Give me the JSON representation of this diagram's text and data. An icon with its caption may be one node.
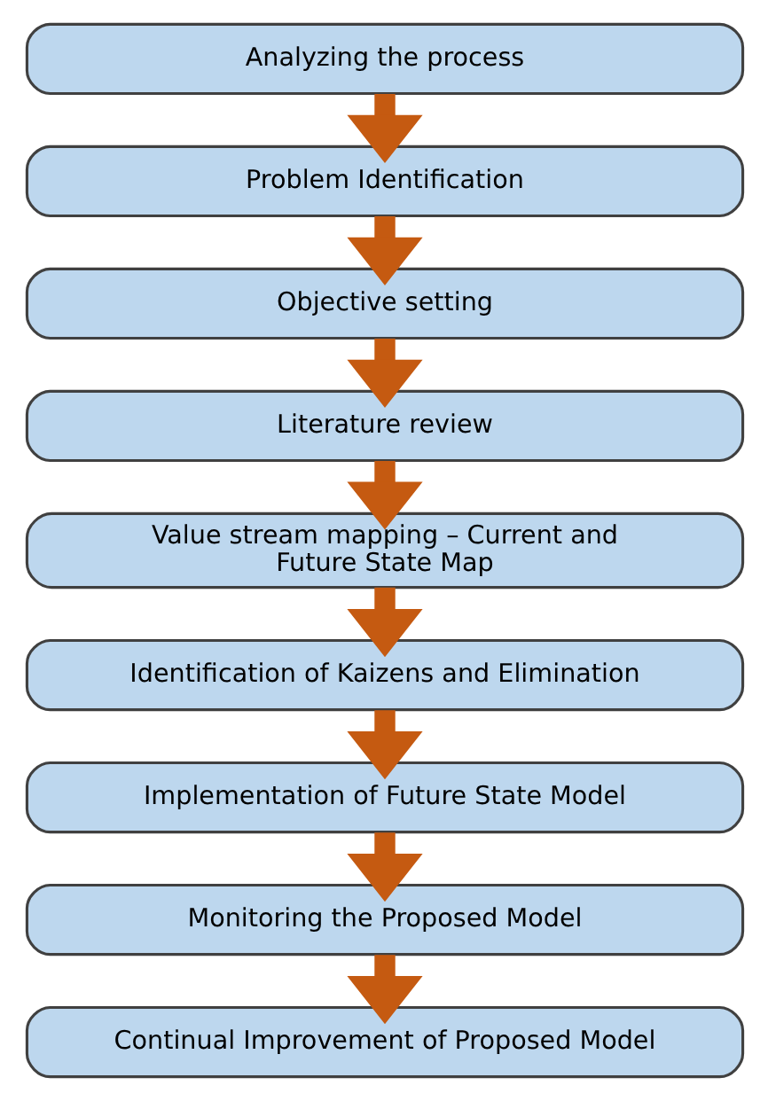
{
  "diagram": {
    "nodes": [
      {
        "text": [
          "Analyzing the process"
        ]
      },
      {
        "text": [
          "Problem Identification"
        ]
      },
      {
        "text": [
          "Objective setting"
        ]
      },
      {
        "text": [
          "Literature review"
        ]
      },
      {
        "text": [
          "Value stream mapping – Current and Future State Map"
        ]
      },
      {
        "text": [
          "Identification of Kaizens and Elimination"
        ]
      },
      {
        "text": [
          "Implementation of Future State Model"
        ]
      },
      {
        "text": [
          "Monitoring the Proposed Model"
        ]
      },
      {
        "text": [
          "Continual Improvement of Proposed Model"
        ]
      }
    ],
    "edges": [
      {
        "from": 0,
        "to": 1,
        "arrow": "to"
      },
      {
        "from": 1,
        "to": 2,
        "arrow": "to"
      },
      {
        "from": 2,
        "to": 3,
        "arrow": "to"
      },
      {
        "from": 3,
        "to": 4,
        "arrow": "to"
      },
      {
        "from": 4,
        "to": 5,
        "arrow": "to"
      },
      {
        "from": 5,
        "to": 6,
        "arrow": "to"
      },
      {
        "from": 6,
        "to": 7,
        "arrow": "to"
      },
      {
        "from": 7,
        "to": 8,
        "arrow": "to"
      }
    ]
  }
}
